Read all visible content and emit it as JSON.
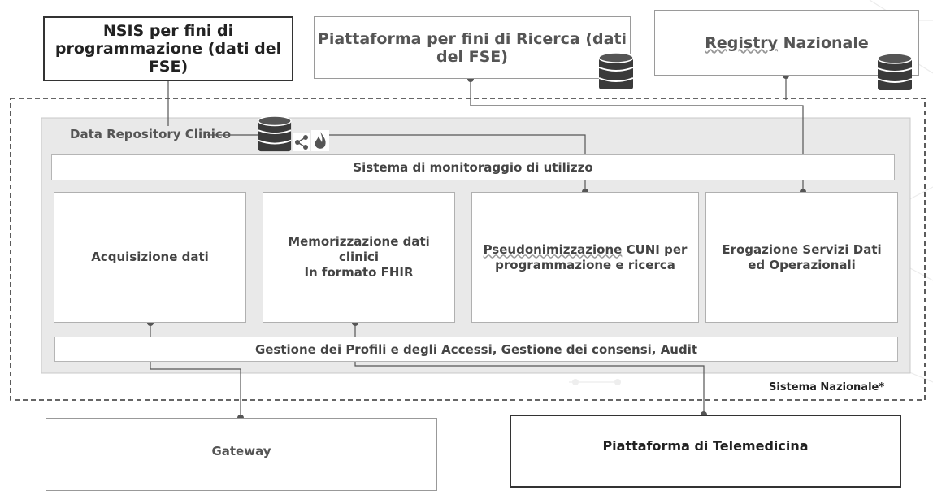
{
  "top_boxes": {
    "nsis": {
      "line1": "NSIS per fini di",
      "line2": "programmazione (dati del",
      "line3": "FSE)"
    },
    "ricerca": {
      "line1": "Piattaforma per fini di Ricerca (dati",
      "line2": "del FSE)"
    },
    "registry": {
      "word1": "Registry",
      "word2": " Nazionale"
    }
  },
  "repository": {
    "label": "Data Repository Clinico"
  },
  "monitoring_bar": {
    "label": "Sistema di monitoraggio di utilizzo"
  },
  "modules": {
    "acquisizione": {
      "label": "Acquisizione dati"
    },
    "memorizzazione": {
      "line1": "Memorizzazione dati",
      "line2": "clinici",
      "line3": "In formato FHIR"
    },
    "pseudo": {
      "word1": "Pseudonimizzazione",
      "rest1": " CUNI per",
      "line2": "programmazione e ricerca"
    },
    "erogazione": {
      "line1": "Erogazione Servizi Dati",
      "line2": "ed Operazionali"
    }
  },
  "access_bar": {
    "label": "Gestione dei Profili e degli Accessi, Gestione dei consensi, Audit"
  },
  "system_label": "Sistema Nazionale*",
  "bottom_boxes": {
    "gateway": {
      "label": "Gateway"
    },
    "telemedicina": {
      "label": "Piattaforma di Telemedicina"
    }
  },
  "icons": [
    "database-icon",
    "share-icon",
    "flame-icon"
  ]
}
